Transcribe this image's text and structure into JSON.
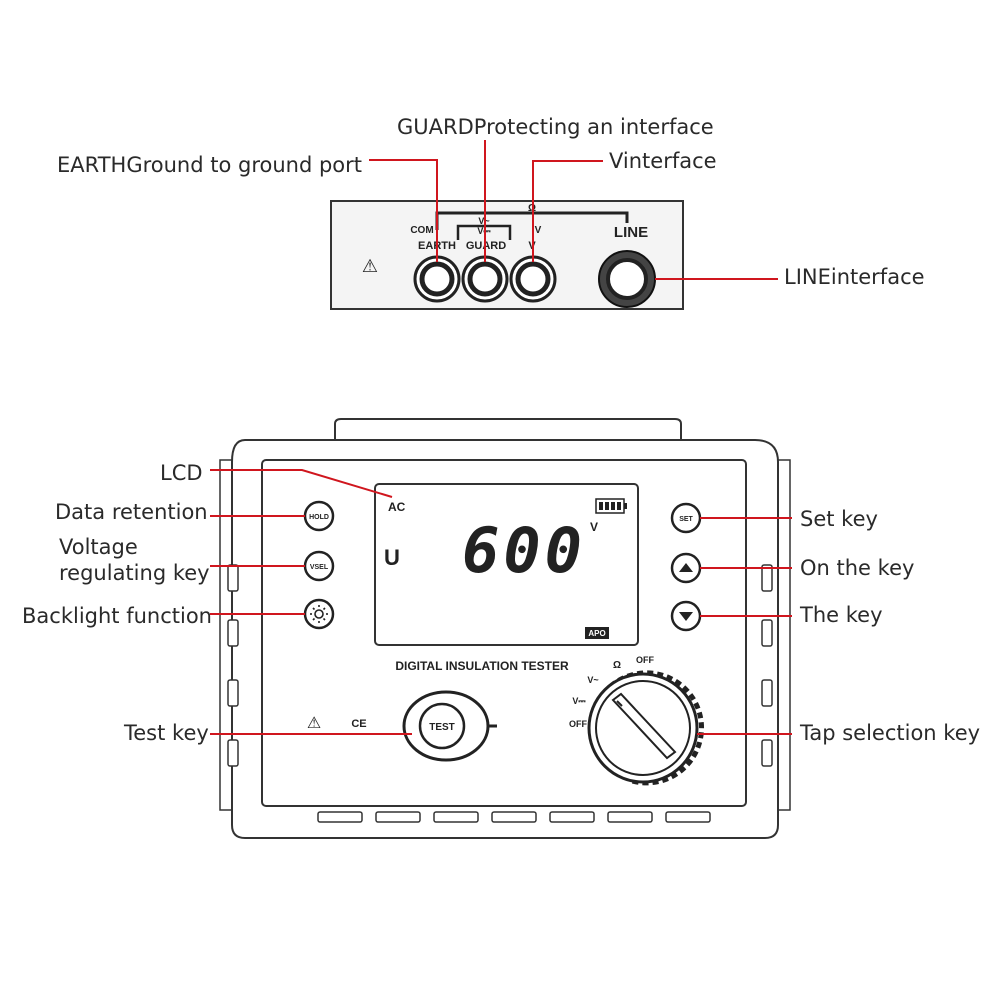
{
  "callouts": {
    "guard": "GUARDProtecting an interface",
    "earth": "EARTHGround to ground port",
    "v": "Vinterface",
    "line": "LINEinterface",
    "lcd": "LCD",
    "hold": "Data retention",
    "vsel_line1": "Voltage",
    "vsel_line2": "regulating key",
    "backlight": "Backlight function",
    "test": "Test key",
    "set": "Set key",
    "up": "On the key",
    "down": "The key",
    "dial": "Tap selection key"
  },
  "panel": {
    "com": "COM",
    "earth": "EARTH",
    "guard": "GUARD",
    "v": "V",
    "v_ac": "V~",
    "v_dc": "V⎓",
    "ohm": "Ω",
    "line": "LINE",
    "warning_symbol": "⚠"
  },
  "device": {
    "lcd_ac": "AC",
    "lcd_u": "U",
    "lcd_value": "600",
    "lcd_unit": "V",
    "lcd_apo": "APO",
    "model_label": "DIGITAL INSULATION TESTER",
    "hold_btn": "HOLD",
    "vsel_btn": "VSEL",
    "set_btn": "SET",
    "test_btn": "TEST",
    "ce": "CE",
    "dial_ohm": "Ω",
    "dial_off_top": "OFF",
    "dial_vac": "V~",
    "dial_vdc": "V⎓",
    "dial_off_left": "OFF",
    "warning_symbol": "⚠",
    "battery_icon": "battery-icon",
    "backlight_icon": "sun-icon"
  },
  "colors": {
    "leader": "#d0161e",
    "outline": "#333333",
    "panel_fill": "#f2f2f2"
  }
}
